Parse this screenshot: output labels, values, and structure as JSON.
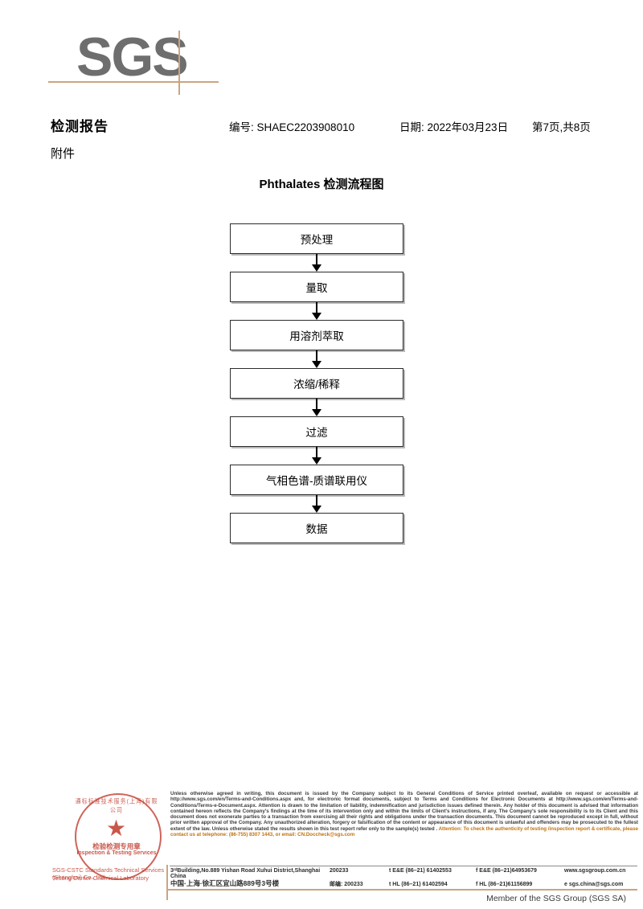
{
  "logo": {
    "text": "SGS"
  },
  "header": {
    "title": "检测报告",
    "subtitle": "附件",
    "report_no": "编号: SHAEC2203908010",
    "date": "日期: 2022年03月23日",
    "page": "第7页,共8页"
  },
  "flowchart": {
    "title": "Phthalates 检测流程图",
    "nodes": [
      {
        "label": "预处理"
      },
      {
        "label": "量取"
      },
      {
        "label": "用溶剂萃取"
      },
      {
        "label": "浓缩/稀释"
      },
      {
        "label": "过滤"
      },
      {
        "label": "气相色谱-质谱联用仪"
      },
      {
        "label": "数据"
      }
    ]
  },
  "stamp": {
    "arc_text": "通标标准技术服务(上海)有限公司",
    "star": "★",
    "cn_label": "检验检测专用章",
    "en_label": "Inspection & Testing Services",
    "foot_line1": "SGS-CSTC Standards Technical Services (Shanghai) Co., Ltd.",
    "foot_line2": "Testing Center-Chemical Laboratory"
  },
  "footer": {
    "disclaimer": "Unless otherwise agreed in writing, this document is issued by the Company subject to its General Conditions of Service printed overleaf, available on request or accessible at http://www.sgs.com/en/Terms-and-Conditions.aspx and, for electronic format documents, subject to Terms and Conditions for Electronic Documents at http://www.sgs.com/en/Terms-and-Conditions/Terms-e-Document.aspx. Attention is drawn to the limitation of liability, indemnification and jurisdiction issues defined therein. Any holder of this document is advised that information contained hereon reflects the Company's findings at the time of its intervention only and within the limits of Client's instructions, if any. The Company's sole responsibility is to its Client and this document does not exonerate parties to a transaction from exercising all their rights and obligations under the transaction documents. This document cannot be reproduced except in full, without prior written approval of the Company. Any unauthorized alteration, forgery or falsification of the content or appearance of this document is unlawful and offenders may be prosecuted to the fullest extent of the law. Unless otherwise stated the results shown in this test report refer only to the sample(s) tested .",
    "attention": "Attention: To check the authenticity of testing /inspection report & certificate, please contact us at telephone: (86-755) 8307 1443, or email: CN.Doccheck@sgs.com",
    "address_en": "3ʳᵈBuilding,No.889 Yishan Road Xuhui District,Shanghai China",
    "zip_en": "200233",
    "tel_en_1": "t E&E (86–21) 61402553",
    "fax_en_1": "f E&E (86–21)64953679",
    "web": "www.sgsgroup.com.cn",
    "address_cn": "中国·上海·徐汇区宜山路889号3号楼",
    "zip_cn": "邮编: 200233",
    "tel_cn_1": "t HL (86–21) 61402594",
    "fax_cn_1": "f HL (86–21)61156899",
    "email": "e sgs.china@sgs.com",
    "member": "Member of the SGS Group (SGS SA)"
  },
  "colors": {
    "accent_tan": "#c9a680",
    "stamp_red": "#c0392b",
    "attention_orange": "#c1720f",
    "logo_gray": "#6e6e6e"
  }
}
